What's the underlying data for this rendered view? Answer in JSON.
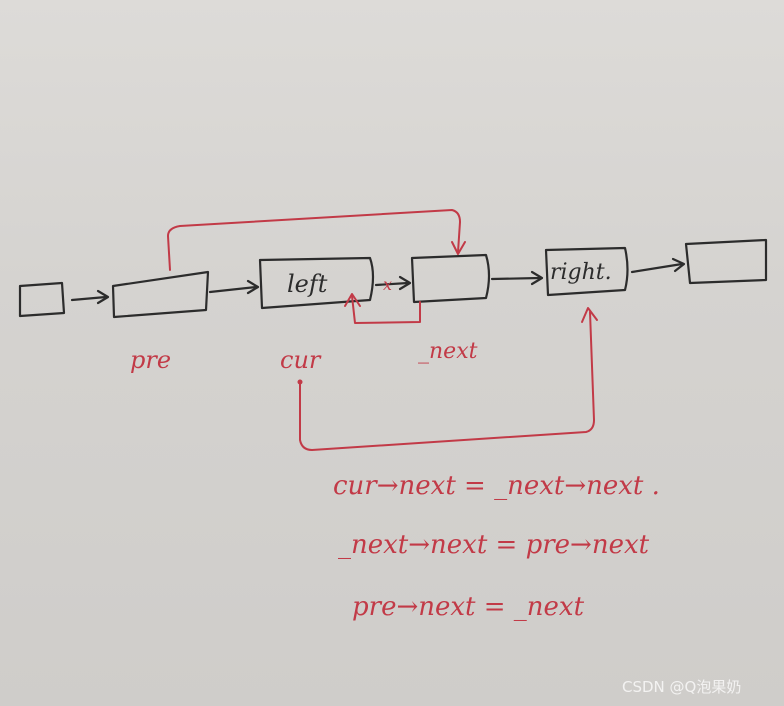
{
  "diagram": {
    "nodes": [
      {
        "label": ""
      },
      {
        "label": ""
      },
      {
        "label": "left"
      },
      {
        "label": ""
      },
      {
        "label": "right."
      },
      {
        "label": ""
      }
    ],
    "pointers": {
      "pre": "pre",
      "cur": "cur",
      "next": "_next"
    },
    "broken_link_mark": "x",
    "equations": [
      "cur→next = _next→next .",
      "_next→next = pre→next",
      "pre→next = _next"
    ],
    "colors": {
      "ink_black": "#2c2c2c",
      "ink_red": "#c23a47",
      "paper": "#d6d4d1"
    }
  },
  "watermark": {
    "text": "CSDN @Q泡果奶"
  }
}
